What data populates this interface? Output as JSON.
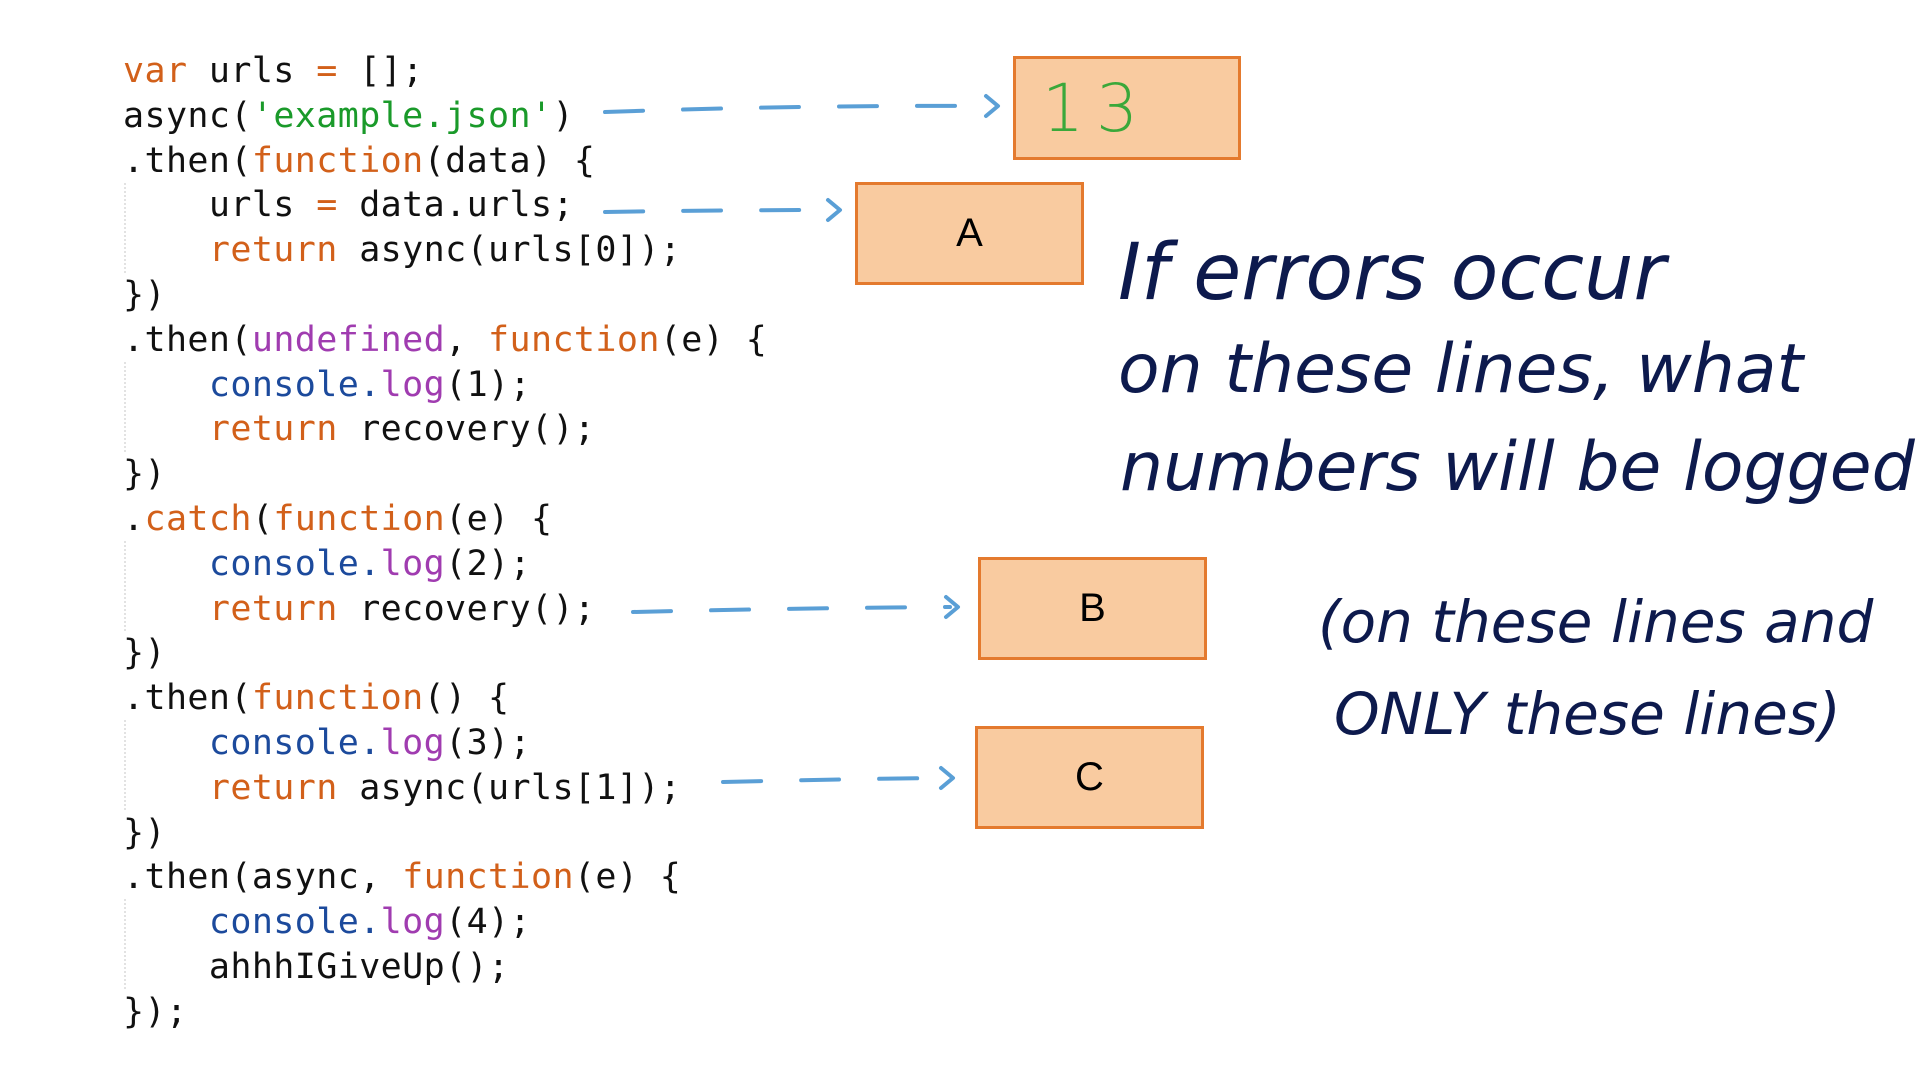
{
  "code_lines": [
    [
      [
        "var",
        "kw"
      ],
      [
        " urls ",
        "pl"
      ],
      [
        "=",
        "kw"
      ],
      [
        " [];",
        "pl"
      ]
    ],
    [
      [
        "async(",
        "pl"
      ],
      [
        "'example.json'",
        "str"
      ],
      [
        ")",
        "pl"
      ]
    ],
    [
      [
        ".then(",
        "pl"
      ],
      [
        "function",
        "kw"
      ],
      [
        "(data) {",
        "pl"
      ]
    ],
    [
      [
        "    urls ",
        "pl"
      ],
      [
        "=",
        "kw"
      ],
      [
        " data.urls;",
        "pl"
      ]
    ],
    [
      [
        "    ",
        "pl"
      ],
      [
        "return",
        "kw"
      ],
      [
        " async(urls[0]);",
        "pl"
      ]
    ],
    [
      [
        "})",
        "pl"
      ]
    ],
    [
      [
        ".then(",
        "pl"
      ],
      [
        "undefined",
        "pur"
      ],
      [
        ", ",
        "pl"
      ],
      [
        "function",
        "kw"
      ],
      [
        "(e) {",
        "pl"
      ]
    ],
    [
      [
        "    ",
        "pl"
      ],
      [
        "console.",
        "blu"
      ],
      [
        "log",
        "pur"
      ],
      [
        "(1);",
        "pl"
      ]
    ],
    [
      [
        "    ",
        "pl"
      ],
      [
        "return",
        "kw"
      ],
      [
        " recovery();",
        "pl"
      ]
    ],
    [
      [
        "})",
        "pl"
      ]
    ],
    [
      [
        ".",
        "pl"
      ],
      [
        "catch",
        "kw"
      ],
      [
        "(",
        "pl"
      ],
      [
        "function",
        "kw"
      ],
      [
        "(e) {",
        "pl"
      ]
    ],
    [
      [
        "    ",
        "pl"
      ],
      [
        "console.",
        "blu"
      ],
      [
        "log",
        "pur"
      ],
      [
        "(2);",
        "pl"
      ]
    ],
    [
      [
        "    ",
        "pl"
      ],
      [
        "return",
        "kw"
      ],
      [
        " recovery();",
        "pl"
      ]
    ],
    [
      [
        "})",
        "pl"
      ]
    ],
    [
      [
        ".then(",
        "pl"
      ],
      [
        "function",
        "kw"
      ],
      [
        "() {",
        "pl"
      ]
    ],
    [
      [
        "    ",
        "pl"
      ],
      [
        "console.",
        "blu"
      ],
      [
        "log",
        "pur"
      ],
      [
        "(3);",
        "pl"
      ]
    ],
    [
      [
        "    ",
        "pl"
      ],
      [
        "return",
        "kw"
      ],
      [
        " async(urls[1]);",
        "pl"
      ]
    ],
    [
      [
        "})",
        "pl"
      ]
    ],
    [
      [
        ".then(async, ",
        "pl"
      ],
      [
        "function",
        "kw"
      ],
      [
        "(e) {",
        "pl"
      ]
    ],
    [
      [
        "    ",
        "pl"
      ],
      [
        "console.",
        "blu"
      ],
      [
        "log",
        "pur"
      ],
      [
        "(4);",
        "pl"
      ]
    ],
    [
      [
        "    ahhhIGiveUp();",
        "pl"
      ]
    ],
    [
      [
        "});",
        "pl"
      ]
    ]
  ],
  "boxes": {
    "answer": "13",
    "a": "A",
    "b": "B",
    "c": "C"
  },
  "question": {
    "line1": "If errors occur",
    "line2": "on these lines, what",
    "line3": "numbers will be logged?",
    "note1": "(on these lines and",
    "note2": "ONLY these lines)"
  },
  "colors": {
    "keyword": "#d2601a",
    "string": "#1a9a2a",
    "purple": "#a03cb0",
    "blue": "#1c4a9c",
    "box_fill": "#f9cba0",
    "box_border": "#e47a2e",
    "arrow": "#5a9fd6",
    "handwriting": "#0d1a4d"
  }
}
